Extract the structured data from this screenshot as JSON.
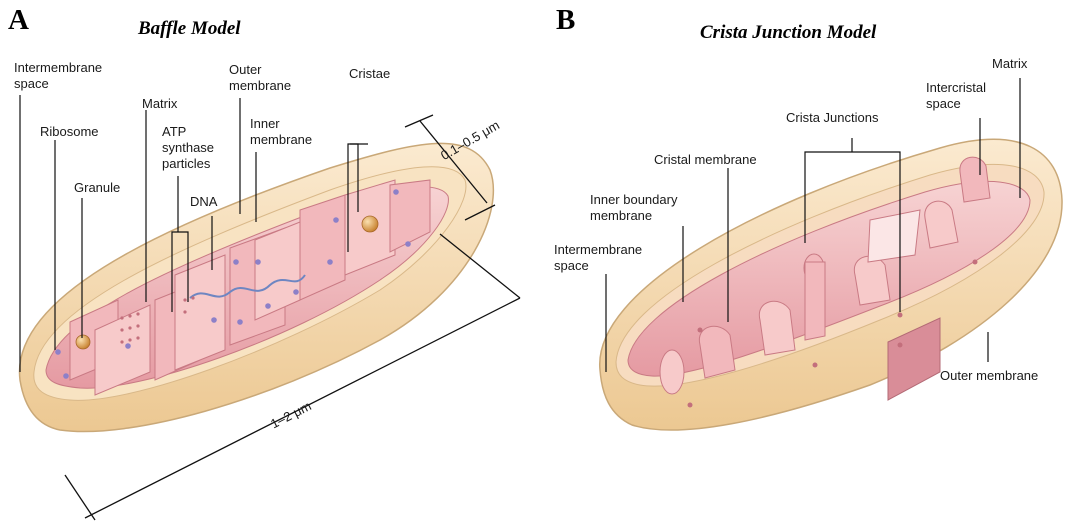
{
  "panel_a": {
    "letter": "A",
    "title": "Baffle  Model",
    "labels": {
      "intermembrane_space_1": "Intermembrane",
      "intermembrane_space_2": "space",
      "ribosome": "Ribosome",
      "granule": "Granule",
      "matrix": "Matrix",
      "atp_1": "ATP",
      "atp_2": "synthase",
      "atp_3": "particles",
      "dna": "DNA",
      "outer_membrane_1": "Outer",
      "outer_membrane_2": "membrane",
      "inner_membrane_1": "Inner",
      "inner_membrane_2": "membrane",
      "cristae": "Cristae",
      "width_dim": "0.1–0.5 μm",
      "length_dim": "1–2 μm"
    }
  },
  "panel_b": {
    "letter": "B",
    "title": "Crista Junction Model",
    "labels": {
      "crista_junctions": "Crista Junctions",
      "matrix": "Matrix",
      "intercristal_1": "Intercristal",
      "intercristal_2": "space",
      "cristal_membrane": "Cristal membrane",
      "inner_boundary_1": "Inner boundary",
      "inner_boundary_2": "membrane",
      "intermembrane_1": "Intermembrane",
      "intermembrane_2": "space",
      "outer_membrane": "Outer membrane"
    }
  },
  "colors": {
    "outer_membrane": "#f3d9ac",
    "inner_membrane": "#e8a4ab",
    "matrix": "#f5c6c6",
    "granule": "#e2a050",
    "ribosome": "#8d80c8"
  }
}
